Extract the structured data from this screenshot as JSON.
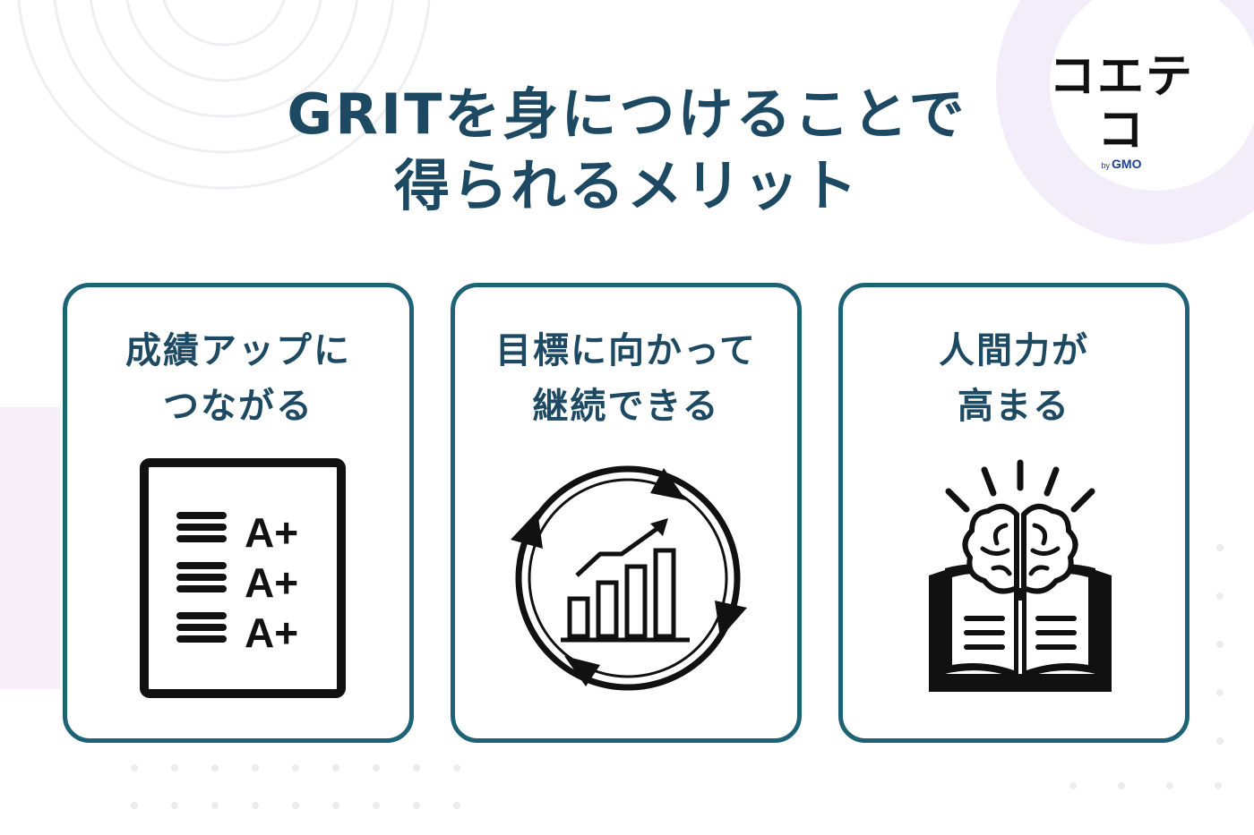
{
  "title": {
    "line1": "GRITを身につけることで",
    "line2": "得られるメリット"
  },
  "logo": {
    "main": "コエテコ",
    "by": "by",
    "brand": "GMO"
  },
  "cards": [
    {
      "title_line1": "成績アップに",
      "title_line2": "つながる",
      "icon": "report-card-icon",
      "grades": [
        "A+",
        "A+",
        "A+"
      ]
    },
    {
      "title_line1": "目標に向かって",
      "title_line2": "継続できる",
      "icon": "growth-cycle-icon"
    },
    {
      "title_line1": "人間力が",
      "title_line2": "高まる",
      "icon": "brain-book-icon"
    }
  ],
  "colors": {
    "accent": "#1d6275",
    "title_text": "#1d4a62",
    "icon": "#111111"
  }
}
